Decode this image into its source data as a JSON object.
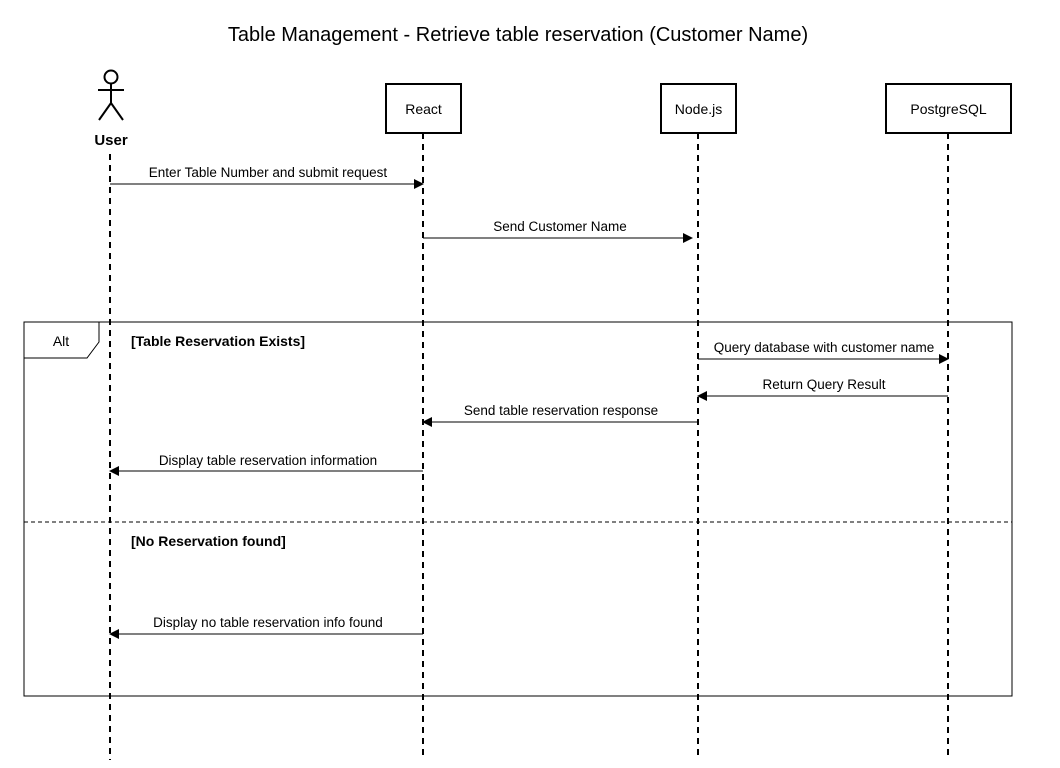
{
  "diagram": {
    "title": "Table Management - Retrieve table reservation (Customer Name)",
    "participants": [
      {
        "id": "user",
        "label": "User",
        "kind": "actor"
      },
      {
        "id": "react",
        "label": "React",
        "kind": "box"
      },
      {
        "id": "node",
        "label": "Node.js",
        "kind": "box"
      },
      {
        "id": "postgres",
        "label": "PostgreSQL",
        "kind": "box"
      }
    ],
    "messages": [
      {
        "from": "user",
        "to": "react",
        "label": "Enter Table Number and submit request"
      },
      {
        "from": "react",
        "to": "node",
        "label": "Send Customer Name"
      },
      {
        "from": "node",
        "to": "postgres",
        "label": "Query database with customer name"
      },
      {
        "from": "postgres",
        "to": "node",
        "label": "Return Query Result"
      },
      {
        "from": "node",
        "to": "react",
        "label": "Send table reservation response"
      },
      {
        "from": "react",
        "to": "user",
        "label": "Display table reservation information"
      },
      {
        "from": "react",
        "to": "user",
        "label": "Display no table reservation info found"
      }
    ],
    "alt_frame": {
      "operator": "Alt",
      "guards": [
        "[Table Reservation Exists]",
        "[No Reservation found]"
      ]
    }
  }
}
